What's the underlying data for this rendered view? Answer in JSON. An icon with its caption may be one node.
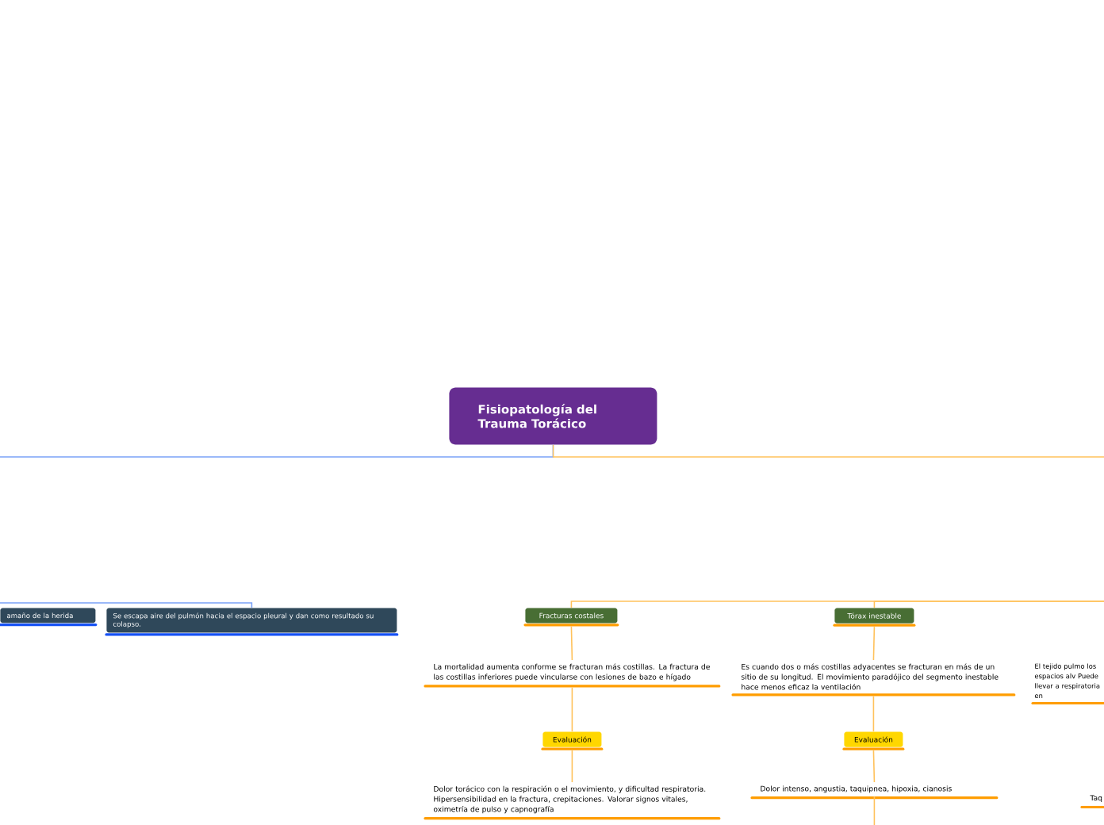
{
  "diagram": {
    "nodes": [
      {
        "text": [
          "Fisiopatología del Trauma Torácico"
        ]
      },
      {
        "text": [
          "amaño de la herida"
        ]
      },
      {
        "text": [
          "Se escapa aire del pulmón hacia el espacio pleural y dan como resultado su colapso."
        ]
      },
      {
        "text": [
          "Fracturas costales"
        ]
      },
      {
        "text": [
          "La mortalidad aumenta conforme se fracturan más costillas. La fractura de las costillas inferiores puede vincularse con lesiones de bazo e hígado"
        ]
      },
      {
        "text": [
          "Evaluación"
        ]
      },
      {
        "text": [
          "Dolor torácico con la respiración o el movimiento, y dificultad respiratoria. Hipersensibilidad en la fractura, crepitaciones. Valorar signos vitales, oximetría de pulso y capnografía"
        ]
      },
      {
        "text": [
          "Tórax inestable"
        ]
      },
      {
        "text": [
          "Es cuando dos o más costillas adyacentes se fracturan en más de un sitio de su longitud. El movimiento paradójico del segmento inestable hace menos eficaz la ventilación"
        ]
      },
      {
        "text": [
          "Evaluación"
        ]
      },
      {
        "text": [
          "Dolor intenso, angustia, taquipnea, hipoxia, cianosis"
        ]
      },
      {
        "text": [
          "El tejido pulmo los espacios alv Puede llevar a respiratoria en"
        ]
      },
      {
        "text": [
          "Taq"
        ]
      }
    ],
    "edges": [
      {
        "from": 0,
        "to": null,
        "arrow": "none",
        "color": "#7ba3f7"
      },
      {
        "from": 0,
        "to": null,
        "arrow": "none"
      },
      {
        "from": 1,
        "to": 2,
        "arrow": "none",
        "color": "#7ba3f7"
      },
      {
        "from": null,
        "to": 3,
        "arrow": "none"
      },
      {
        "from": null,
        "to": 7,
        "arrow": "none"
      },
      {
        "from": 3,
        "to": 4,
        "arrow": "none"
      },
      {
        "from": 4,
        "to": 5,
        "arrow": "none"
      },
      {
        "from": 5,
        "to": 6,
        "arrow": "none"
      },
      {
        "from": 7,
        "to": 8,
        "arrow": "none"
      },
      {
        "from": 8,
        "to": 9,
        "arrow": "none"
      },
      {
        "from": 9,
        "to": 10,
        "arrow": "none"
      },
      {
        "from": 10,
        "to": null,
        "arrow": "none"
      }
    ]
  }
}
